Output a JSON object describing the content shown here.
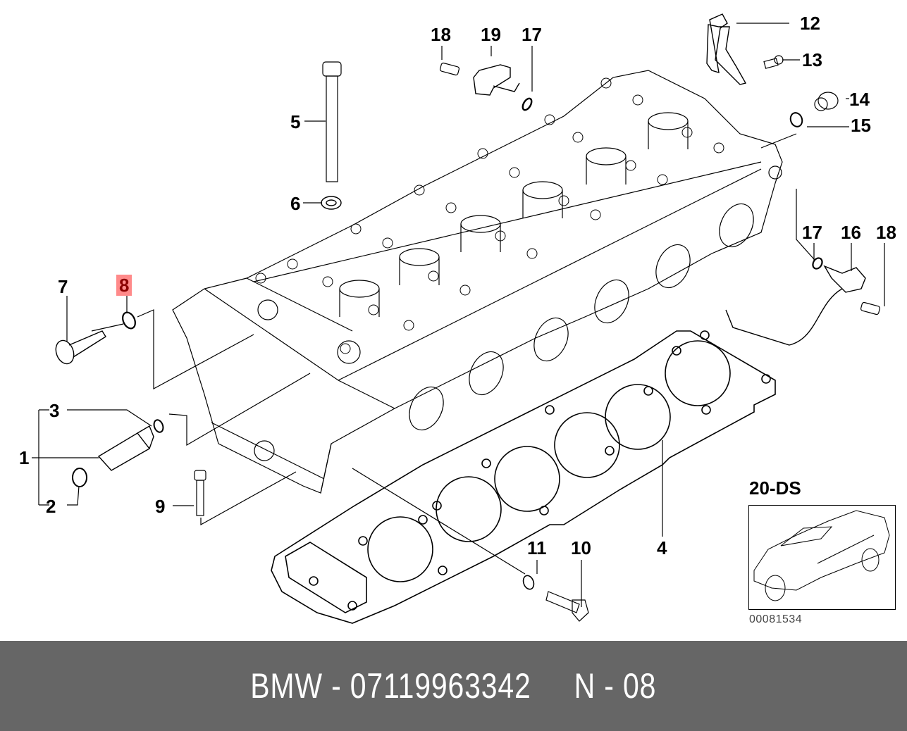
{
  "diagram": {
    "title": "Cylinder head exploded view",
    "highlight_color": "#ff8a8a",
    "callouts": [
      {
        "id": "1",
        "label": "1"
      },
      {
        "id": "2",
        "label": "2"
      },
      {
        "id": "3",
        "label": "3"
      },
      {
        "id": "4",
        "label": "4"
      },
      {
        "id": "5",
        "label": "5"
      },
      {
        "id": "6",
        "label": "6"
      },
      {
        "id": "7",
        "label": "7"
      },
      {
        "id": "8",
        "label": "8",
        "highlighted": true
      },
      {
        "id": "9",
        "label": "9"
      },
      {
        "id": "10",
        "label": "10"
      },
      {
        "id": "11",
        "label": "11"
      },
      {
        "id": "12",
        "label": "12"
      },
      {
        "id": "13",
        "label": "13"
      },
      {
        "id": "14",
        "label": "14"
      },
      {
        "id": "15",
        "label": "15"
      },
      {
        "id": "16",
        "label": "16"
      },
      {
        "id": "17a",
        "label": "17"
      },
      {
        "id": "17b",
        "label": "17"
      },
      {
        "id": "18a",
        "label": "18"
      },
      {
        "id": "18b",
        "label": "18"
      },
      {
        "id": "19",
        "label": "19"
      }
    ],
    "inset": {
      "model": "20-DS",
      "reference": "00081534"
    }
  },
  "footer": {
    "brand": "BMW",
    "part_number": "07119963342",
    "position": "N - 08",
    "text": "BMW - 07119963342     N - 08",
    "background": "#666666",
    "text_color": "#ffffff"
  }
}
